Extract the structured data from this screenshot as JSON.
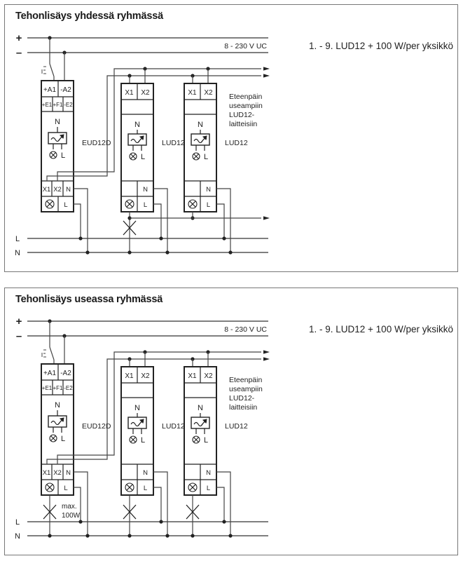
{
  "panels": [
    {
      "title": "Tehonlisäys yhdessä ryhmässä",
      "mode": "single-group",
      "note": "1. - 9. LUD12 + 100 W/per yksikkö",
      "bus_labels": {
        "plus": "+",
        "minus": "–",
        "L": "L",
        "N": "N"
      },
      "supply_label": "8 - 230 V UC",
      "forward_text": [
        "Eteenpäin",
        "useampiin",
        "LUD12-",
        "laitteisiin"
      ],
      "master": {
        "name": "EUD12D",
        "top_terminals": [
          "+A1",
          "-A2"
        ],
        "ext_terminals": [
          "+E1",
          "+F1",
          "-E2"
        ],
        "n_label": "N",
        "l_label": "L",
        "bottom_terminals": [
          "X1",
          "X2",
          "N"
        ],
        "load_terminal": "L"
      },
      "slaves": [
        {
          "name": "LUD12",
          "top_terminals": [
            "X1",
            "X2"
          ],
          "n_label": "N",
          "l_label": "L",
          "bottom_n": "N",
          "bottom_l": "L"
        },
        {
          "name": "LUD12",
          "top_terminals": [
            "X1",
            "X2"
          ],
          "n_label": "N",
          "l_label": "L",
          "bottom_n": "N",
          "bottom_l": "L"
        }
      ],
      "lamp_note": ""
    },
    {
      "title": "Tehonlisäys useassa ryhmässä",
      "mode": "multi-group",
      "note": "1. - 9. LUD12 + 100 W/per yksikkö",
      "bus_labels": {
        "plus": "+",
        "minus": "–",
        "L": "L",
        "N": "N"
      },
      "supply_label": "8 - 230 V UC",
      "forward_text": [
        "Eteenpäin",
        "useampiin",
        "LUD12-",
        "laitteisiin"
      ],
      "master": {
        "name": "EUD12D",
        "top_terminals": [
          "+A1",
          "-A2"
        ],
        "ext_terminals": [
          "+E1",
          "+F1",
          "-E2"
        ],
        "n_label": "N",
        "l_label": "L",
        "bottom_terminals": [
          "X1",
          "X2",
          "N"
        ],
        "load_terminal": "L"
      },
      "slaves": [
        {
          "name": "LUD12",
          "top_terminals": [
            "X1",
            "X2"
          ],
          "n_label": "N",
          "l_label": "L",
          "bottom_n": "N",
          "bottom_l": "L"
        },
        {
          "name": "LUD12",
          "top_terminals": [
            "X1",
            "X2"
          ],
          "n_label": "N",
          "l_label": "L",
          "bottom_n": "N",
          "bottom_l": "L"
        }
      ],
      "lamp_note": [
        "max.",
        "100W"
      ]
    }
  ],
  "icons": {
    "lamp": "lamp-cross-circle-icon",
    "dimmer": "dimmer-symbol-icon",
    "switch": "pushbutton-switch-icon",
    "lamp_load": "lamp-load-x-icon"
  }
}
